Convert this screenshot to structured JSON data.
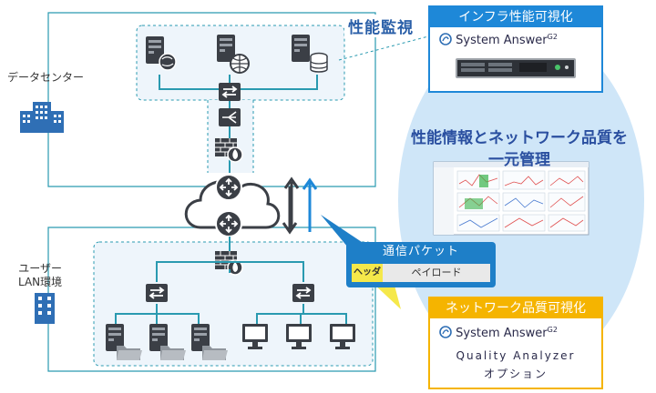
{
  "labels": {
    "datacenter": "データセンター",
    "user_lan": "ユーザー\nLAN環境",
    "performance_monitoring": "性能監視",
    "headline": "性能情報とネットワーク品質を\n一元管理"
  },
  "infra_callout": {
    "title": "インフラ性能可視化",
    "product": "System Answer",
    "suffix": "G2"
  },
  "quality_callout": {
    "title": "ネットワーク品質可視化",
    "product": "System Answer",
    "suffix": "G2",
    "option_line1": "Quality Analyzer",
    "option_line2": "オプション"
  },
  "packet": {
    "title": "通信パケット",
    "header": "ヘッダ",
    "payload": "ペイロード"
  },
  "colors": {
    "accent_blue": "#1e88d8",
    "accent_orange": "#f5b400",
    "line_teal": "#2a9ab0",
    "icon_dark": "#3b3f46",
    "zone_fill": "#eef5fb",
    "ellipse_fill": "#cfe6f8"
  }
}
